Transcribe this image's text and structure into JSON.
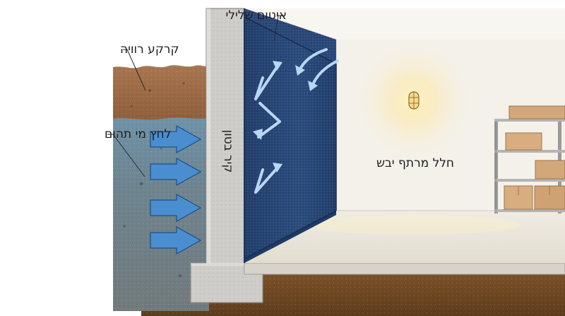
{
  "labels": {
    "saturated_soil": "קרקע רוויה",
    "groundwater_pressure": "לחץ מי תהום",
    "negative_waterproofing": "איטום שלילי",
    "concrete_wall": "קיר בטון",
    "dry_basement": "חלל מרתף יבש"
  },
  "colors": {
    "dry_soil": "#9b6b45",
    "wet_soil": "#6f8088",
    "concrete": "#cfcdc9",
    "membrane": "#2b4a78",
    "arrow": "#4a8ed0",
    "room_wall": "#f4f1ea",
    "floor": "#e9e5da",
    "ground": "#6b4520"
  },
  "icons": {
    "lamp": "wall-lamp-icon",
    "shelf": "storage-shelf-icon",
    "box": "cardboard-box-icon"
  }
}
